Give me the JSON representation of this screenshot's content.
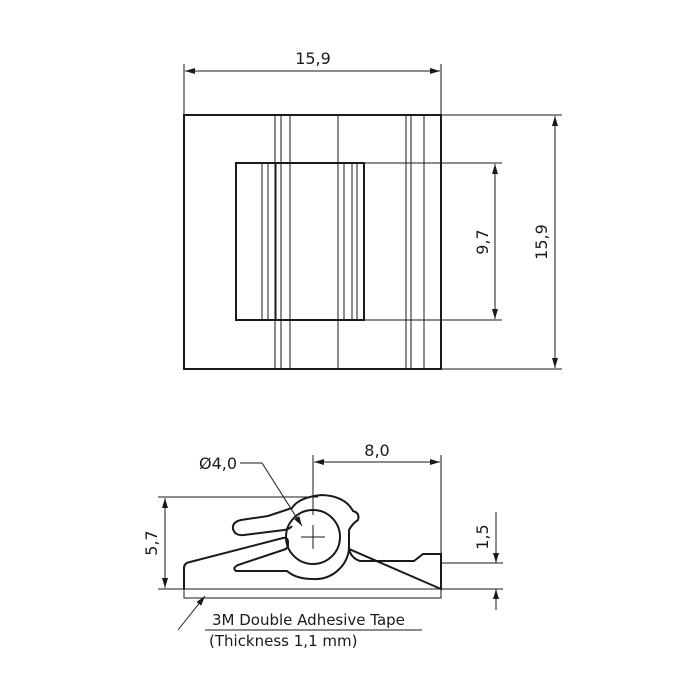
{
  "top_view": {
    "width_label": "15,9",
    "height_label": "15,9",
    "inner_height_label": "9,7"
  },
  "side_view": {
    "diameter_label": "Ø4,0",
    "length_label": "8,0",
    "height_label": "5,7",
    "step_label": "1,5",
    "tape_label_line1": "3M Double Adhesive Tape",
    "tape_label_line2": "(Thickness 1,1 mm)"
  }
}
